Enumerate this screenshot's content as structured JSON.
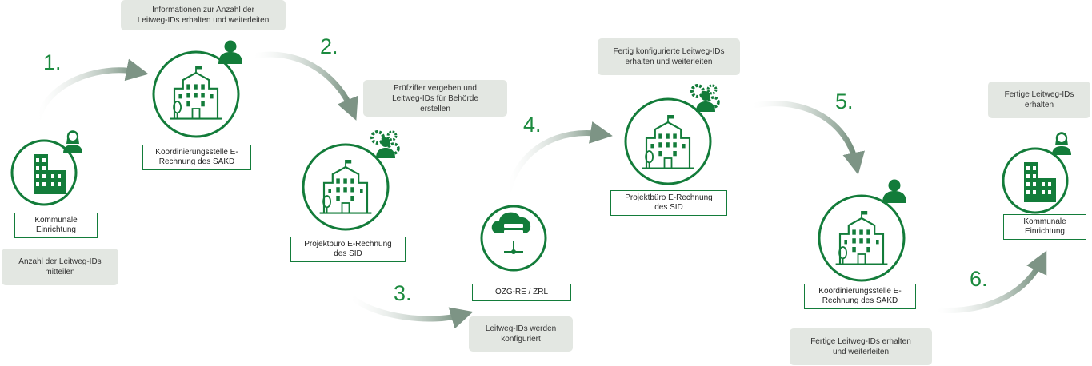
{
  "colors": {
    "green": "#137c3a",
    "note_bg": "#e3e7e2"
  },
  "steps": [
    "1.",
    "2.",
    "3.",
    "4.",
    "5.",
    "6."
  ],
  "nodes": {
    "kommunale_start": "Kommunale\nEinrichtung",
    "koordinierung_1": "Koordinierungsstelle E-\nRechnung des SAKD",
    "projektbuero_1": "Projektbüro E-Rechnung\ndes SID",
    "ozg": "OZG-RE  / ZRL",
    "projektbuero_2": "Projektbüro E-Rechnung\ndes SID",
    "koordinierung_2": "Koordinierungsstelle E-\nRechnung des SAKD",
    "kommunale_end": "Kommunale\nEinrichtung"
  },
  "notes": {
    "anzahl_mitteilen": "Anzahl der Leitweg-IDs\nmitteilen",
    "info_weiterleiten": "Informationen zur Anzahl der\nLeitweg-IDs erhalten und weiterleiten",
    "pruefziffer": "Prüfziffer vergeben und\nLeitweg-IDs für Behörde\nerstellen",
    "konfiguriert": "Leitweg-IDs werden\nkonfiguriert",
    "fertig_konfiguriert": "Fertig konfigurierte Leitweg-IDs\nerhalten und weiterleiten",
    "fertige_weiterleiten": "Fertige Leitweg-IDs erhalten\nund weiterleiten",
    "fertige_erhalten": "Fertige Leitweg-IDs\nerhalten"
  },
  "icons": {
    "building": "building-icon",
    "office_block": "office-block-icon",
    "person": "person-icon",
    "woman": "woman-icon",
    "gears_person": "gears-person-icon",
    "cloud_server": "cloud-server-icon",
    "arrow": "curved-arrow-icon"
  }
}
